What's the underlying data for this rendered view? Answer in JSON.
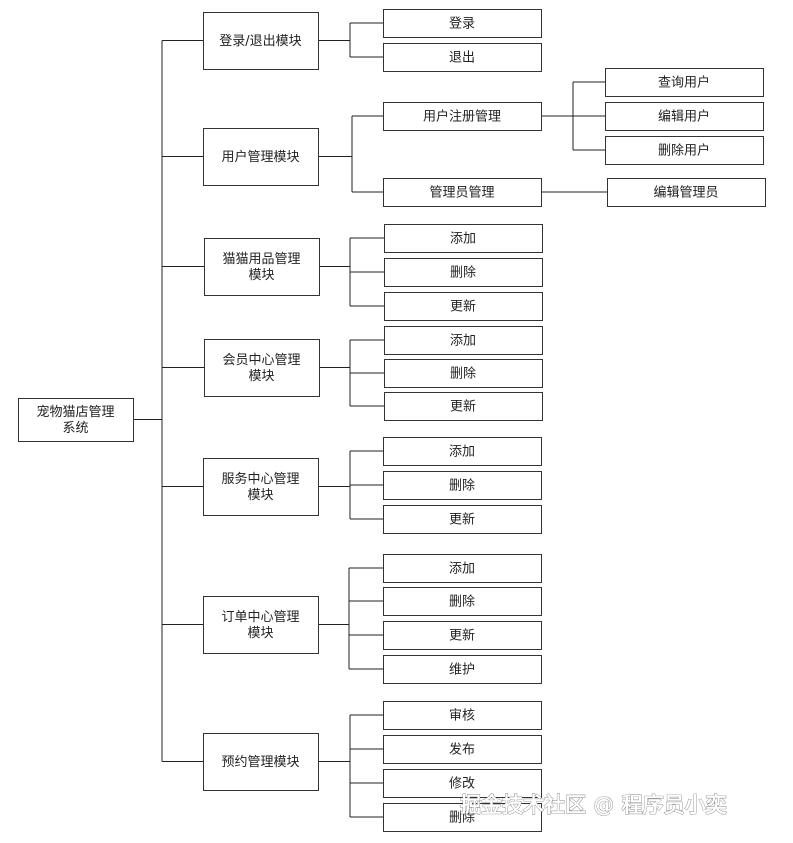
{
  "diagram": {
    "root": {
      "id": "root",
      "label": [
        "宠物猫店管理",
        "系统"
      ]
    },
    "modules": [
      {
        "id": "m1",
        "label": [
          "登录/退出模块"
        ],
        "children": [
          {
            "id": "m1c1",
            "label": [
              "登录"
            ]
          },
          {
            "id": "m1c2",
            "label": [
              "退出"
            ]
          }
        ]
      },
      {
        "id": "m2",
        "label": [
          "用户管理模块"
        ],
        "children": [
          {
            "id": "m2c1",
            "label": [
              "用户注册管理"
            ],
            "children": [
              {
                "id": "m2c1a",
                "label": [
                  "查询用户"
                ]
              },
              {
                "id": "m2c1b",
                "label": [
                  "编辑用户"
                ]
              },
              {
                "id": "m2c1c",
                "label": [
                  "删除用户"
                ]
              }
            ]
          },
          {
            "id": "m2c2",
            "label": [
              "管理员管理"
            ],
            "children": [
              {
                "id": "m2c2a",
                "label": [
                  "编辑管理员"
                ]
              }
            ]
          }
        ]
      },
      {
        "id": "m3",
        "label": [
          "猫猫用品管理",
          "模块"
        ],
        "children": [
          {
            "id": "m3c1",
            "label": [
              "添加"
            ]
          },
          {
            "id": "m3c2",
            "label": [
              "删除"
            ]
          },
          {
            "id": "m3c3",
            "label": [
              "更新"
            ]
          }
        ]
      },
      {
        "id": "m4",
        "label": [
          "会员中心管理",
          "模块"
        ],
        "children": [
          {
            "id": "m4c1",
            "label": [
              "添加"
            ]
          },
          {
            "id": "m4c2",
            "label": [
              "删除"
            ]
          },
          {
            "id": "m4c3",
            "label": [
              "更新"
            ]
          }
        ]
      },
      {
        "id": "m5",
        "label": [
          "服务中心管理",
          "模块"
        ],
        "children": [
          {
            "id": "m5c1",
            "label": [
              "添加"
            ]
          },
          {
            "id": "m5c2",
            "label": [
              "删除"
            ]
          },
          {
            "id": "m5c3",
            "label": [
              "更新"
            ]
          }
        ]
      },
      {
        "id": "m6",
        "label": [
          "订单中心管理",
          "模块"
        ],
        "children": [
          {
            "id": "m6c1",
            "label": [
              "添加"
            ]
          },
          {
            "id": "m6c2",
            "label": [
              "删除"
            ]
          },
          {
            "id": "m6c3",
            "label": [
              "更新"
            ]
          },
          {
            "id": "m6c4",
            "label": [
              "维护"
            ]
          }
        ]
      },
      {
        "id": "m7",
        "label": [
          "预约管理模块"
        ],
        "children": [
          {
            "id": "m7c1",
            "label": [
              "审核"
            ]
          },
          {
            "id": "m7c2",
            "label": [
              "发布"
            ]
          },
          {
            "id": "m7c3",
            "label": [
              "修改"
            ]
          },
          {
            "id": "m7c4",
            "label": [
              "删除"
            ]
          }
        ]
      }
    ]
  },
  "watermark": {
    "text": "掘金技术社区 @ 程序员小奕"
  }
}
